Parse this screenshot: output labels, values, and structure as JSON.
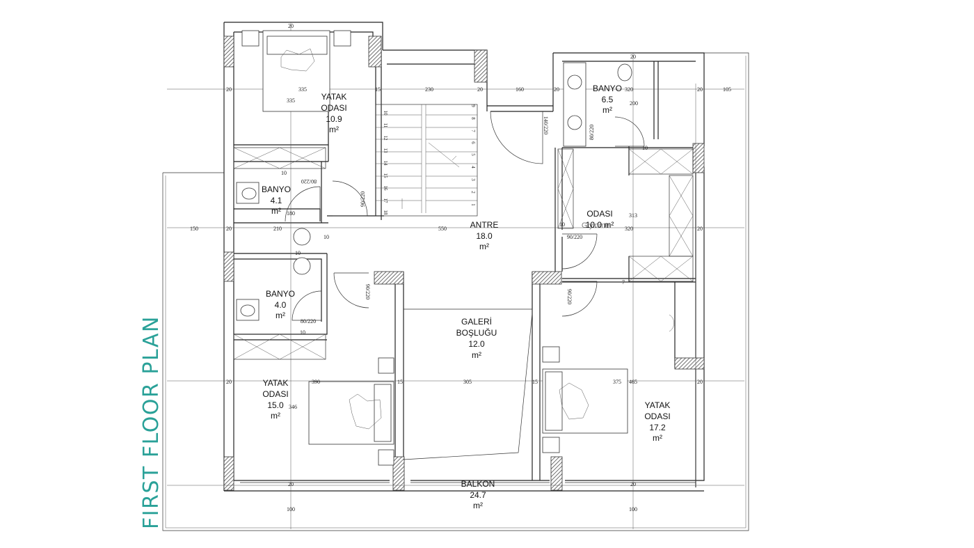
{
  "title": "FIRST FLOOR PLAN",
  "colors": {
    "title": "#2aa198",
    "lines": "#222222",
    "hatch": "#333333"
  },
  "rooms": {
    "yatak1": [
      "YATAK",
      "ODASI",
      "10.9",
      "m²"
    ],
    "banyo1": [
      "BANYO",
      "4.1",
      "m²"
    ],
    "banyo2": [
      "BANYO",
      "4.0",
      "m²"
    ],
    "banyo3": [
      "BANYO",
      "6.5",
      "m²"
    ],
    "antre": [
      "ANTRE",
      "18.0",
      "m²"
    ],
    "galeri": [
      "GALERİ",
      "BOŞLUĞU",
      "12.0",
      "m²"
    ],
    "giyinme": [
      "ODASI",
      "10.0 m²"
    ],
    "yatak2": [
      "YATAK",
      "ODASI",
      "15.0",
      "m²"
    ],
    "yatak3": [
      "YATAK",
      "ODASI",
      "17.2",
      "m²"
    ],
    "balkon": [
      "BALKON",
      "24.7",
      "m²"
    ]
  },
  "giyinme_overlap": "Giyinme",
  "dimensions": {
    "top_20": "20",
    "d335a": "335",
    "d335b": "335",
    "l20a": "20",
    "d15a": "15",
    "d230": "230",
    "d20b": "20",
    "d160": "160",
    "d20c": "20",
    "b320": "320",
    "d200": "200",
    "d20d": "20",
    "d105": "105",
    "d20top": "20",
    "d10a": "10",
    "d80_220a": "80/220",
    "d90_220a": "90/220",
    "d180": "180",
    "d150": "150",
    "l20b": "20",
    "d210": "210",
    "d10b": "10",
    "d10c": "10",
    "d550": "550",
    "d10d": "10",
    "d90_220b": "90/220",
    "d320": "320",
    "r20b": "20",
    "d313": "313",
    "d140_220": "140/220",
    "d80_220b": "80/220",
    "d10e": "10",
    "d90_220c": "90/220",
    "d90_220d": "90/220",
    "d7": "7",
    "d80_220c": "80/220",
    "d10f": "10",
    "l20c": "20",
    "d390": "390",
    "d15b": "15",
    "d305": "305",
    "d15c": "15",
    "d375": "375",
    "d465": "465",
    "r20c": "20",
    "d346": "346",
    "b20a": "20",
    "b20b": "20",
    "d100a": "100",
    "d100b": "100"
  },
  "stair_left": [
    "10",
    "11",
    "12",
    "13",
    "14",
    "15",
    "16",
    "17",
    "18"
  ],
  "stair_right": [
    "9",
    "8",
    "7",
    "6",
    "5",
    "4",
    "3",
    "2",
    "1"
  ]
}
